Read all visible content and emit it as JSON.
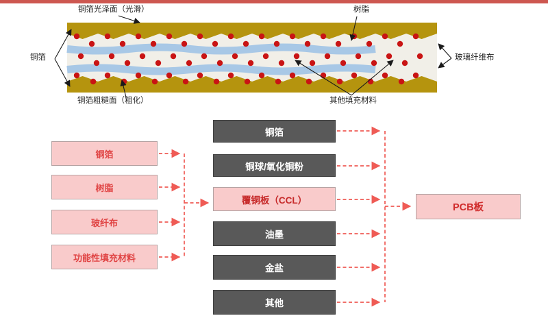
{
  "colors": {
    "top_bar": "#cd5750",
    "copper_gold": "#b5940e",
    "resin_cream": "#f1efe8",
    "glass_blue": "#a8c8e6",
    "filler_dot_red": "#c91414",
    "pink_fill": "#f9cbcb",
    "dark_fill": "#595959",
    "red_box_text": "#e04444",
    "arrow_red": "#ef5b55"
  },
  "cross_section": {
    "labels": {
      "glossy_side": "铜箔光泽面（光滑）",
      "resin": "树脂",
      "copper_foil": "铜箔",
      "glass_fiber_cloth": "玻璃纤维布",
      "rough_side": "铜箔粗糙面（粗化）",
      "other_fillers": "其他填充材料"
    }
  },
  "flowchart": {
    "left_column": [
      {
        "label": "铜箔"
      },
      {
        "label": "树脂"
      },
      {
        "label": "玻纤布"
      },
      {
        "label": "功能性填充材料"
      }
    ],
    "middle_column": [
      {
        "label": "铜箔",
        "style": "dark"
      },
      {
        "label": "铜球/氧化铜粉",
        "style": "dark"
      },
      {
        "label": "覆铜板（CCL）",
        "style": "highlight"
      },
      {
        "label": "油墨",
        "style": "dark"
      },
      {
        "label": "金盐",
        "style": "dark"
      },
      {
        "label": "其他",
        "style": "dark"
      }
    ],
    "result": {
      "label": "PCB板"
    }
  }
}
